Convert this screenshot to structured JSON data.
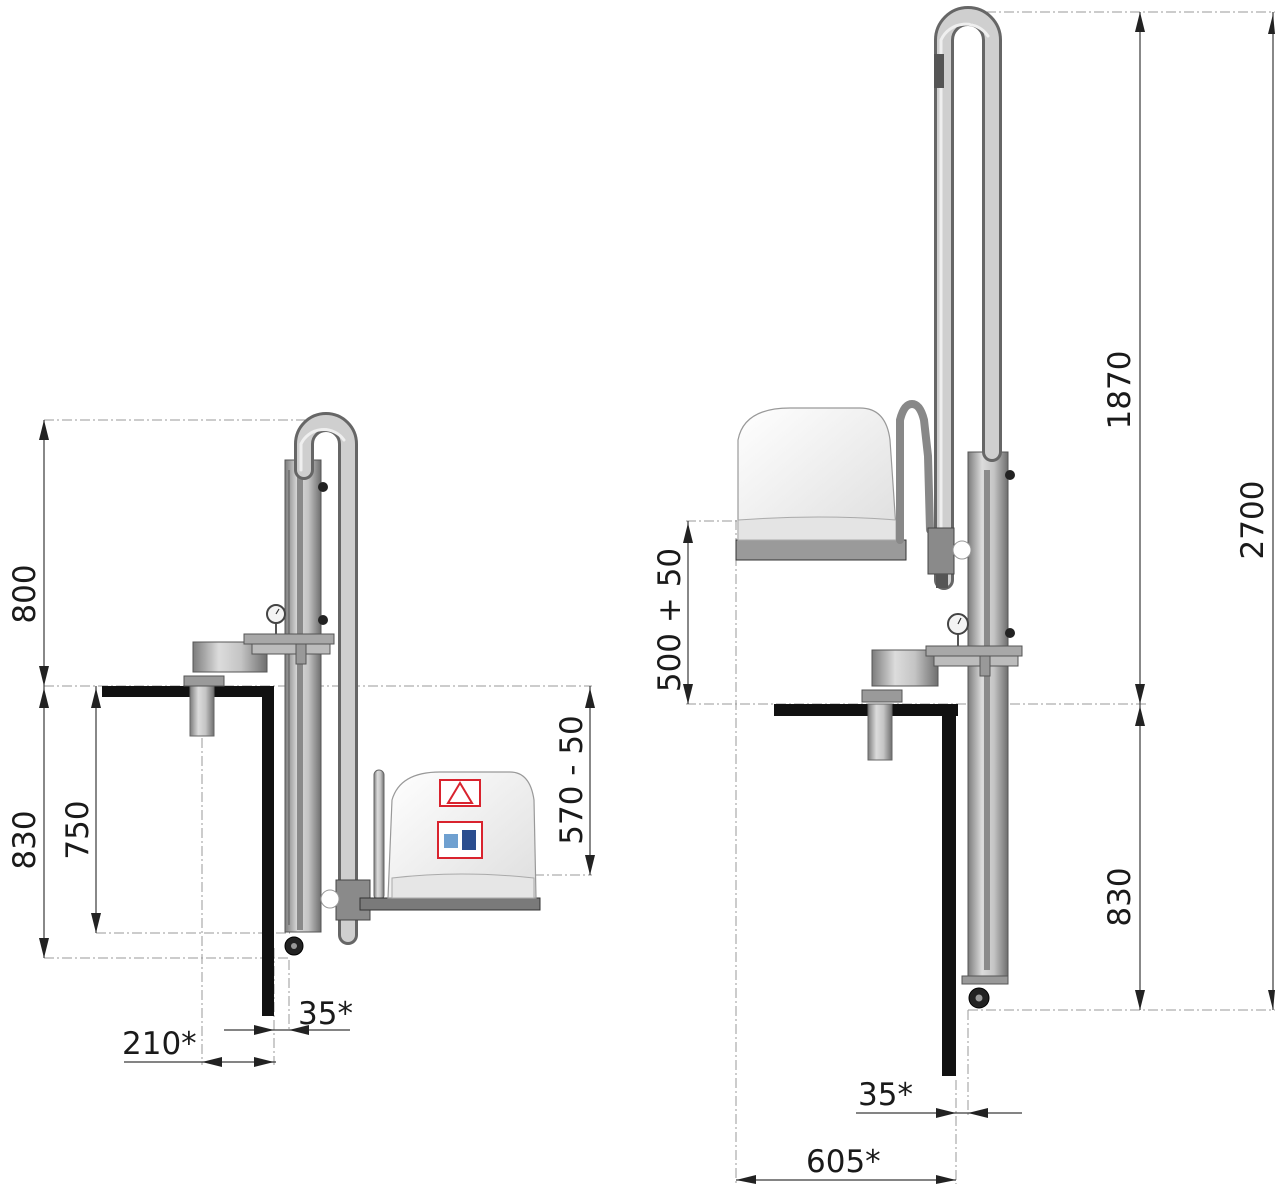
{
  "left_view": {
    "dimensions": {
      "total_height": "800",
      "base_height": "830",
      "deck_height": "750",
      "seat_range": "570 - 50",
      "deck_offset": "210*",
      "wall_offset": "35*"
    }
  },
  "right_view": {
    "dimensions": {
      "mast_height": "1870",
      "total_height": "2700",
      "seat_range": "500 + 50",
      "base_height": "830",
      "wall_offset": "35*",
      "seat_offset": "605*"
    }
  },
  "colors": {
    "background": "#ffffff",
    "steel": "#b8b8b8",
    "steel_dark": "#6e6e6e",
    "deck": "#111111",
    "seat": "#f4f4f4",
    "warning_red": "#d9232e"
  }
}
